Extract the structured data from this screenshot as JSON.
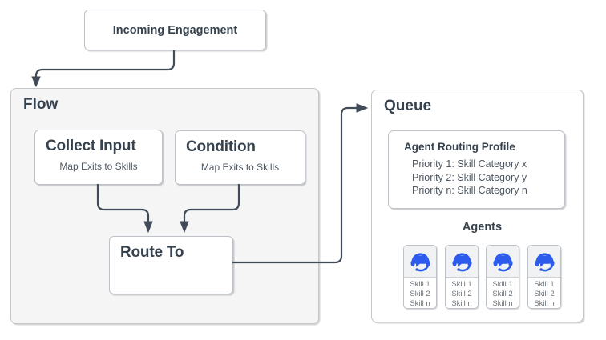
{
  "incoming": {
    "label": "Incoming Engagement"
  },
  "flow": {
    "title": "Flow",
    "collect_input": {
      "title": "Collect Input",
      "subtitle": "Map Exits to Skills"
    },
    "condition": {
      "title": "Condition",
      "subtitle": "Map Exits to Skills"
    },
    "route_to": {
      "title": "Route To"
    }
  },
  "queue": {
    "title": "Queue",
    "agent_routing_profile": {
      "title": "Agent Routing Profile",
      "priorities": [
        "Priority 1: Skill Category x",
        "Priority 2: Skill Category y",
        "Priority n: Skill Category n"
      ]
    },
    "agents": {
      "title": "Agents",
      "icon": "headset-chat-icon",
      "cards": [
        {
          "skills": [
            "Skill 1",
            "Skill 2",
            "Skill n"
          ]
        },
        {
          "skills": [
            "Skill 1",
            "Skill 2",
            "Skill n"
          ]
        },
        {
          "skills": [
            "Skill 1",
            "Skill 2",
            "Skill n"
          ]
        },
        {
          "skills": [
            "Skill 1",
            "Skill 2",
            "Skill n"
          ]
        }
      ]
    }
  },
  "colors": {
    "agent_icon_blue": "#2d5bec",
    "connector": "#414c58",
    "flow_fill": "#f5f5f6",
    "text_dark": "#36424e"
  }
}
